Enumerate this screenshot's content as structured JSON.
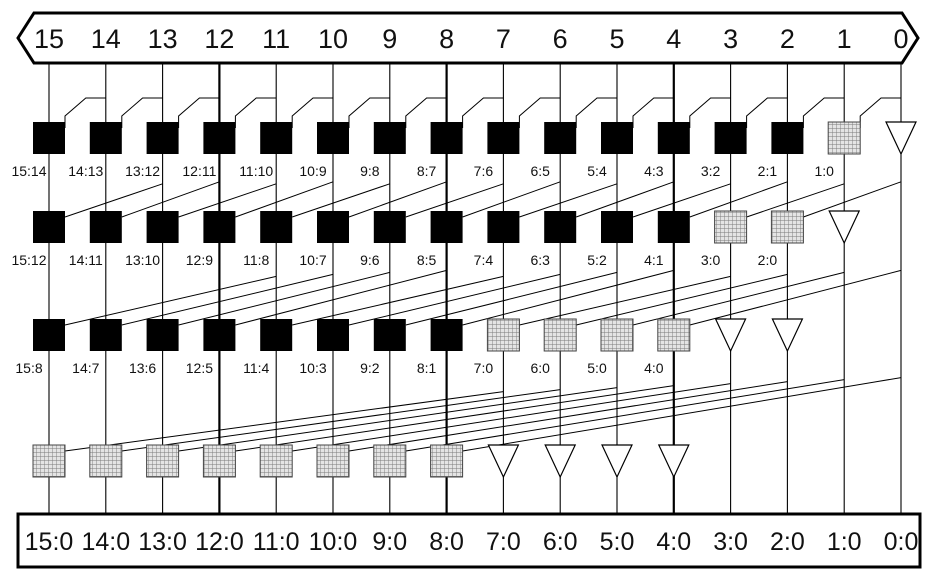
{
  "inputs": [
    "15",
    "14",
    "13",
    "12",
    "11",
    "10",
    "9",
    "8",
    "7",
    "6",
    "5",
    "4",
    "3",
    "2",
    "1",
    "0"
  ],
  "outputs": [
    "15:0",
    "14:0",
    "13:0",
    "12:0",
    "11:0",
    "10:0",
    "9:0",
    "8:0",
    "7:0",
    "6:0",
    "5:0",
    "4:0",
    "3:0",
    "2:0",
    "1:0",
    "0:0"
  ],
  "stages": [
    {
      "distance": 1,
      "nodes": [
        "black",
        "black",
        "black",
        "black",
        "black",
        "black",
        "black",
        "black",
        "black",
        "black",
        "black",
        "black",
        "black",
        "black",
        "gray",
        "buffer"
      ],
      "labels": [
        "15:14",
        "14:13",
        "13:12",
        "12:11",
        "11:10",
        "10:9",
        "9:8",
        "8:7",
        "7:6",
        "6:5",
        "5:4",
        "4:3",
        "3:2",
        "2:1",
        "1:0",
        ""
      ]
    },
    {
      "distance": 2,
      "nodes": [
        "black",
        "black",
        "black",
        "black",
        "black",
        "black",
        "black",
        "black",
        "black",
        "black",
        "black",
        "black",
        "gray",
        "gray",
        "buffer",
        "none"
      ],
      "labels": [
        "15:12",
        "14:11",
        "13:10",
        "12:9",
        "11:8",
        "10:7",
        "9:6",
        "8:5",
        "7:4",
        "6:3",
        "5:2",
        "4:1",
        "3:0",
        "2:0",
        "",
        ""
      ]
    },
    {
      "distance": 4,
      "nodes": [
        "black",
        "black",
        "black",
        "black",
        "black",
        "black",
        "black",
        "black",
        "gray",
        "gray",
        "gray",
        "gray",
        "buffer",
        "buffer",
        "none",
        "none"
      ],
      "labels": [
        "15:8",
        "14:7",
        "13:6",
        "12:5",
        "11:4",
        "10:3",
        "9:2",
        "8:1",
        "7:0",
        "6:0",
        "5:0",
        "4:0",
        "",
        "",
        "",
        ""
      ]
    },
    {
      "distance": 8,
      "nodes": [
        "gray",
        "gray",
        "gray",
        "gray",
        "gray",
        "gray",
        "gray",
        "gray",
        "buffer",
        "buffer",
        "buffer",
        "buffer",
        "none",
        "none",
        "none",
        "none"
      ],
      "labels": [
        "",
        "",
        "",
        "",
        "",
        "",
        "",
        "",
        "",
        "",
        "",
        "",
        "",
        "",
        "",
        ""
      ]
    }
  ]
}
